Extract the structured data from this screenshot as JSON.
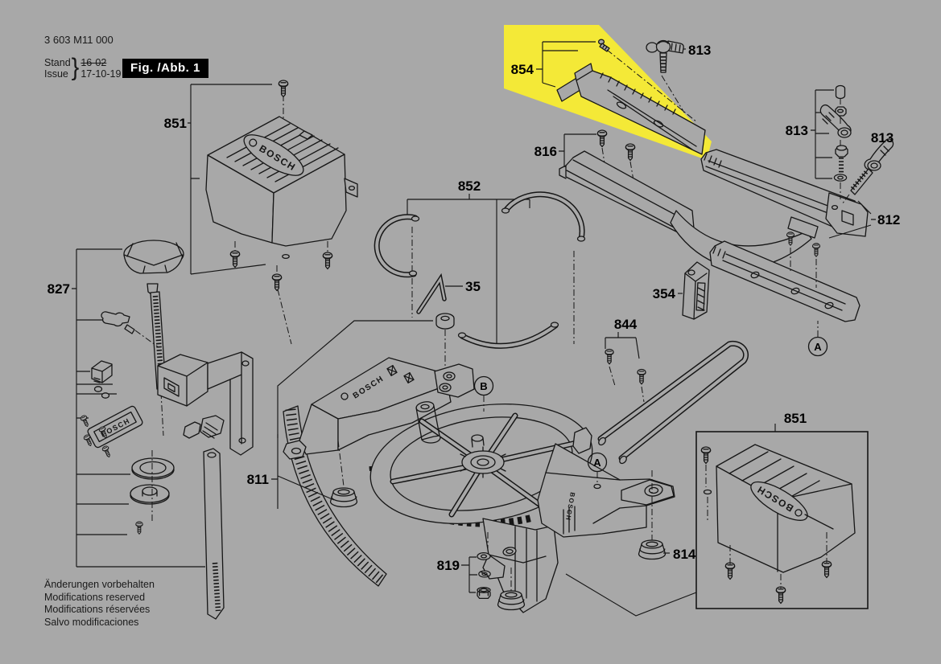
{
  "header": {
    "part_number": "3 603 M11 000",
    "stand_label": "Stand",
    "issue_label": "Issue",
    "superseded_date": "16-02",
    "issue_date": "17-10-19",
    "figure_badge": "Fig. /Abb. 1"
  },
  "footer": {
    "line1": "Änderungen vorbehalten",
    "line2": "Modifications reserved",
    "line3": "Modifications réservées",
    "line4": "Salvo modificaciones"
  },
  "brand": "BOSCH",
  "colors": {
    "background": "#a8a8a8",
    "line": "#161616",
    "highlight": "#f4e937"
  },
  "highlight": {
    "highlighted_part": "854"
  },
  "part_labels": [
    {
      "id": "851-motor-cover",
      "text": "851"
    },
    {
      "id": "852-arc-segments",
      "text": "852"
    },
    {
      "id": "854-fence-plate",
      "text": "854"
    },
    {
      "id": "813-wing-bolt-top",
      "text": "813"
    },
    {
      "id": "813-clamp-stack",
      "text": "813"
    },
    {
      "id": "813-clamp-right",
      "text": "813"
    },
    {
      "id": "816-fence-left",
      "text": "816"
    },
    {
      "id": "812-rail-end",
      "text": "812"
    },
    {
      "id": "354-wedge-bracket",
      "text": "354"
    },
    {
      "id": "35-hex-key",
      "text": "35"
    },
    {
      "id": "844-u-handle",
      "text": "844"
    },
    {
      "id": "827-clamp-assembly",
      "text": "827"
    },
    {
      "id": "811-base",
      "text": "811"
    },
    {
      "id": "819-nut-washer-set",
      "text": "819"
    },
    {
      "id": "814-rubber-foot",
      "text": "814"
    },
    {
      "id": "851-cover-right",
      "text": "851"
    }
  ],
  "ref_letters": {
    "a": "A",
    "b": "B"
  }
}
